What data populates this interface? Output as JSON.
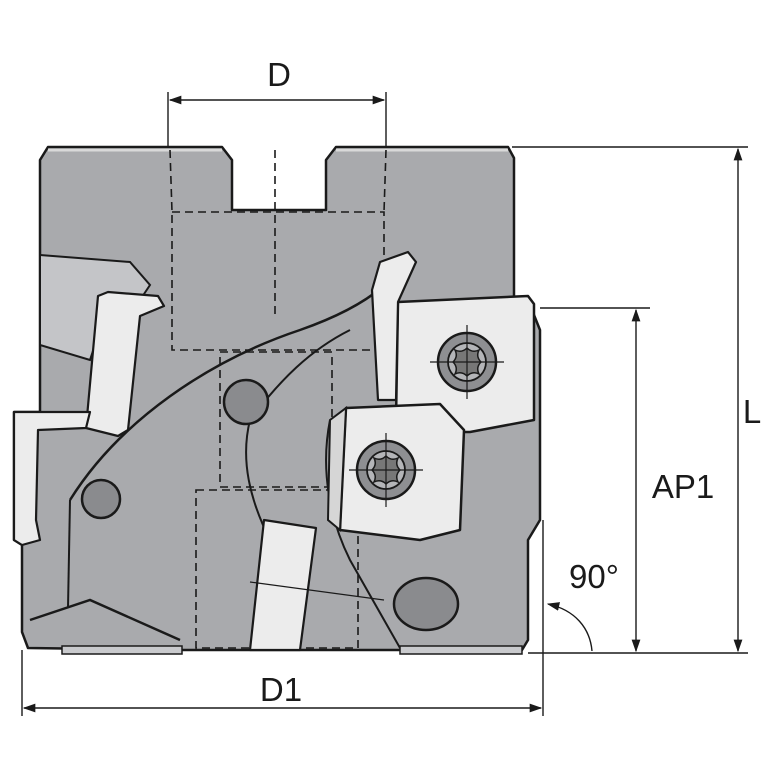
{
  "dimensions": {
    "bore_diameter": "D",
    "cutting_diameter": "D1",
    "overall_length": "L",
    "max_depth_of_cut": "AP1",
    "entering_angle": "90°"
  },
  "colors": {
    "body_fill": "#a9aaad",
    "insert_fill": "#ececec",
    "outline": "#1a1a1a",
    "hole_fill": "#8a8b8e",
    "background": "#ffffff"
  }
}
